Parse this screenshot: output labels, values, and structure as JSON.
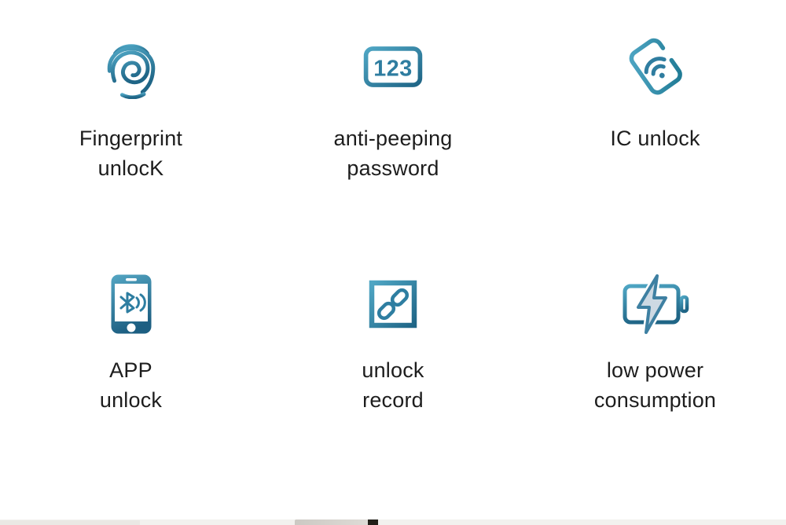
{
  "page": {
    "background": "#ffffff",
    "text_color": "#1d1d1d",
    "accent_light": "#4FA6C4",
    "accent_dark": "#1F6586",
    "icon_glyph_color": "#2f7da0"
  },
  "features": [
    {
      "name": "fingerprint-unlock",
      "icon": "fingerprint-icon",
      "line1": "Fingerprint",
      "line2": "unlocK"
    },
    {
      "name": "anti-peeping-password",
      "icon": "keypad-123-icon",
      "icon_text": "123",
      "line1": "anti-peeping",
      "line2": "password"
    },
    {
      "name": "ic-unlock",
      "icon": "ic-card-wifi-icon",
      "line1": "IC unlock",
      "line2": ""
    },
    {
      "name": "app-unlock",
      "icon": "phone-bluetooth-icon",
      "line1": "APP",
      "line2": "unlock"
    },
    {
      "name": "unlock-record",
      "icon": "link-icon",
      "line1": "unlock",
      "line2": "record"
    },
    {
      "name": "low-power-consumption",
      "icon": "battery-lightning-icon",
      "line1": "low power",
      "line2": "consumption"
    }
  ],
  "bottom_strip": {
    "background": "#f2f1ee",
    "bar_color": "#d4d1cb",
    "dark_segment_color": "#222019"
  }
}
